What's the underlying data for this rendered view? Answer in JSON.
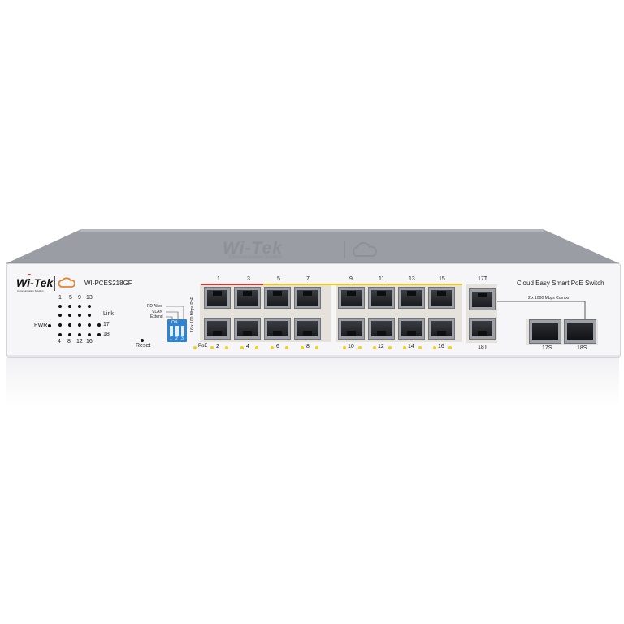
{
  "brand": {
    "logo_text": "Wi-Tek",
    "logo_tagline": "Communication Solution",
    "embossed_logo": "Wi-Tek",
    "embossed_tagline": "Communication Solution"
  },
  "device": {
    "model": "WI-PCES218GF",
    "product_line": "Cloud Easy Smart PoE Switch"
  },
  "leds": {
    "top_numbers": [
      "1",
      "5",
      "9",
      "13"
    ],
    "bottom_numbers": [
      "4",
      "8",
      "12",
      "16"
    ],
    "pwr_label": "PWR",
    "link_label": "Link",
    "port17_label": "17",
    "port18_label": "18"
  },
  "controls": {
    "reset_label": "Reset",
    "dip_labels": [
      "PD Alive",
      "VLAN",
      "Extend"
    ],
    "dip_on_label": "ON",
    "dip_numbers": [
      "1",
      "2",
      "3"
    ],
    "speed_label": "16 x 100 Mbps PoE"
  },
  "ports": {
    "top_labels": [
      "1",
      "3",
      "5",
      "7",
      "9",
      "11",
      "13",
      "15"
    ],
    "bottom_labels": [
      "2",
      "4",
      "6",
      "8",
      "10",
      "12",
      "14",
      "16"
    ],
    "poe_label": "PoE",
    "combo_top_label": "17T",
    "combo_bottom_label": "18T",
    "combo_note": "2 x 1000 Mbps Combo",
    "sfp_labels": [
      "17S",
      "18S"
    ]
  },
  "colors": {
    "red_stripe": "#d23b33",
    "yellow_stripe": "#f2c919",
    "dip_blue": "#2f83d4",
    "body_gray": "#9a9da3"
  }
}
